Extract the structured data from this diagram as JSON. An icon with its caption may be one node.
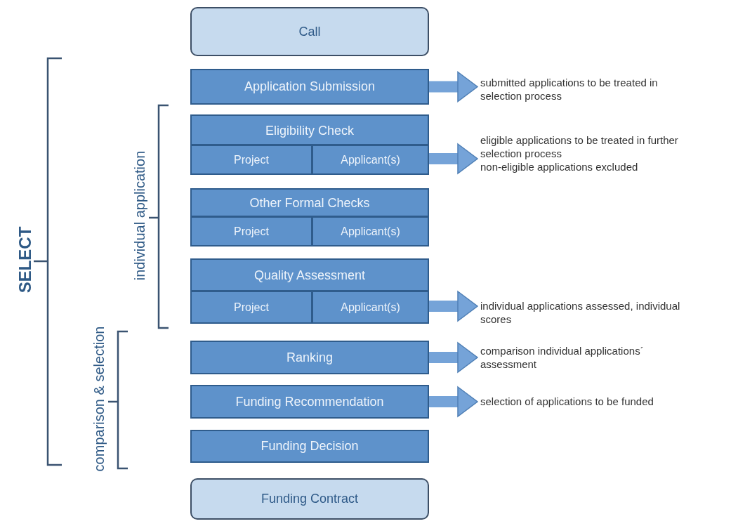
{
  "diagram": {
    "nodes": [
      {
        "text": [
          "Call"
        ]
      },
      {
        "text": [
          "Application Submission"
        ]
      },
      {
        "text": [
          "Eligibility Check"
        ]
      },
      {
        "text": [
          "Project"
        ],
        "in": 2
      },
      {
        "text": [
          "Applicant(s)"
        ],
        "in": 2
      },
      {
        "text": [
          "Other Formal Checks"
        ]
      },
      {
        "text": [
          "Project"
        ],
        "in": 5
      },
      {
        "text": [
          "Applicant(s)"
        ],
        "in": 5
      },
      {
        "text": [
          "Quality Assessment"
        ]
      },
      {
        "text": [
          "Project"
        ],
        "in": 8
      },
      {
        "text": [
          "Applicant(s)"
        ],
        "in": 8
      },
      {
        "text": [
          "Ranking"
        ]
      },
      {
        "text": [
          "Funding Recommendation"
        ]
      },
      {
        "text": [
          "Funding Decision"
        ]
      },
      {
        "text": [
          "Funding Contract"
        ]
      },
      {
        "text": [
          "submitted applications to be treated in selection process"
        ]
      },
      {
        "text": [
          "eligible applications to be treated in further selection process",
          "non-eligible applications excluded"
        ]
      },
      {
        "text": [
          "individual applications assessed, individual scores"
        ]
      },
      {
        "text": [
          "comparison individual applications´ assessment"
        ]
      },
      {
        "text": [
          "selection of applications to be funded"
        ]
      }
    ],
    "edges": [
      {
        "from": 1,
        "to": 15,
        "arrow": "to"
      },
      {
        "from": 4,
        "to": 16,
        "arrow": "to"
      },
      {
        "from": 10,
        "to": 17,
        "arrow": "to"
      },
      {
        "from": 11,
        "to": 18,
        "arrow": "to"
      },
      {
        "from": 12,
        "to": 19,
        "arrow": "to"
      }
    ],
    "labels": [
      "SELECT",
      "individual application",
      "comparison & selection"
    ]
  }
}
